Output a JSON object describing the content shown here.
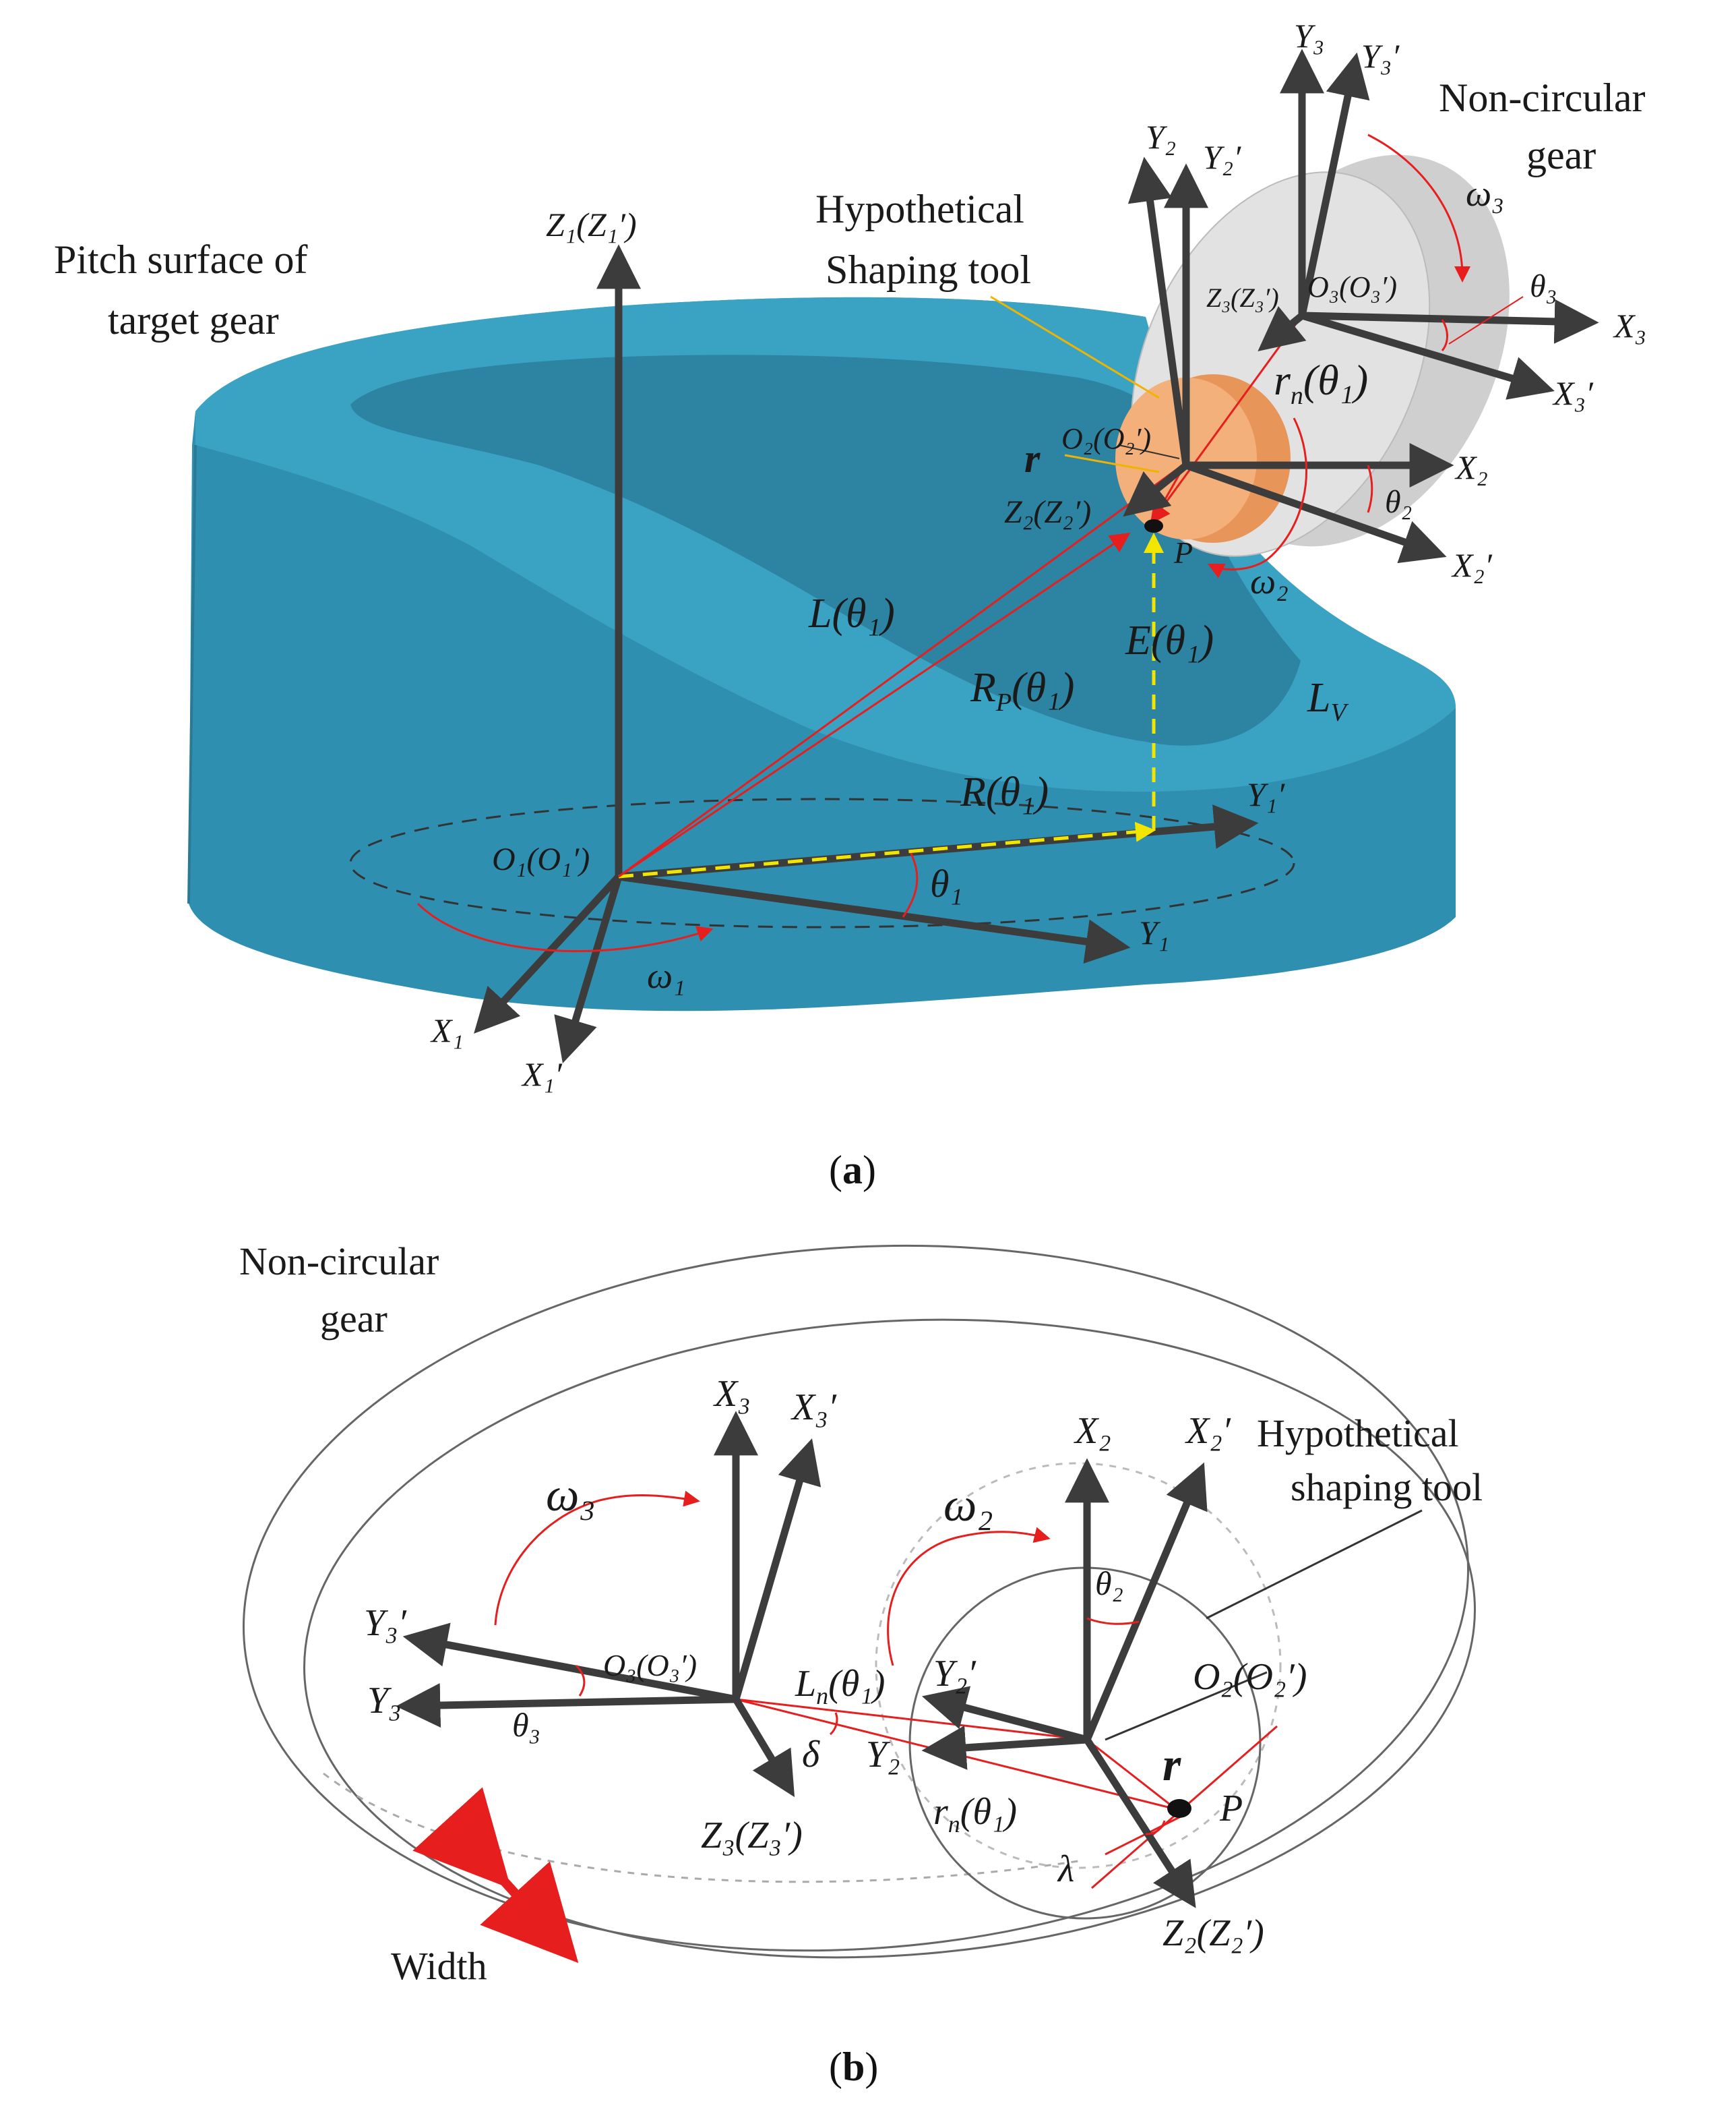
{
  "panel_a": {
    "caption": "a",
    "labels": {
      "pitch_surface": [
        "Pitch surface of",
        "target gear"
      ],
      "shaping_tool": [
        "Hypothetical",
        "Shaping tool"
      ],
      "nc_gear": [
        "Non-circular",
        "gear"
      ],
      "z1": "Z₁(Z₁′)",
      "o1": "O₁(O₁′)",
      "x1": "X₁",
      "x1p": "X₁′",
      "y1": "Y₁",
      "y1p": "Y₁′",
      "omega1": "ω₁",
      "theta1": "θ₁",
      "L": "L(θ₁)",
      "Rp": "R",
      "Rp_sub": "P",
      "Rp_arg": "(θ₁)",
      "R": "R(θ₁)",
      "E": "E(θ₁)",
      "Lv": "L",
      "Lv_sub": "V",
      "P": "P",
      "r": "r",
      "o2": "O₂(O₂′)",
      "z2": "Z₂(Z₂′)",
      "x2": "X₂",
      "x2p": "X₂′",
      "y2": "Y₂",
      "y2p": "Y₂′",
      "theta2": "θ₂",
      "omega2": "ω₂",
      "o3": "O₃(O₃′)",
      "z3": "Z₃(Z₃′)",
      "x3": "X₃",
      "x3p": "X₃′",
      "y3": "Y₃",
      "y3p": "Y₃′",
      "theta3": "θ₃",
      "omega3": "ω₃",
      "rn": "r",
      "rn_sub": "n",
      "rn_arg": "(θ₁)"
    }
  },
  "panel_b": {
    "caption": "b",
    "labels": {
      "nc_gear": [
        "Non-circular",
        "gear"
      ],
      "shaping_tool": [
        "Hypothetical",
        "shaping tool"
      ],
      "x3": "X₃",
      "x3p": "X₃′",
      "y3": "Y₃",
      "y3p": "Y₃′",
      "o3": "O₃(O₃′)",
      "z3": "Z₃(Z₃′)",
      "theta3": "θ₃",
      "omega3": "ω₃",
      "x2": "X₂",
      "x2p": "X₂′",
      "y2": "Y₂",
      "y2p": "Y₂′",
      "o2": "O₂(O₂′)",
      "z2": "Z₂(Z₂′)",
      "theta2": "θ₂",
      "omega2": "ω₂",
      "Ln": "L",
      "Ln_sub": "n",
      "Ln_arg": "(θ₁)",
      "rn": "r",
      "rn_sub": "n",
      "rn_arg": "(θ₁)",
      "delta": "δ",
      "lambda": "λ",
      "r": "r",
      "P": "P",
      "width": "Width"
    }
  },
  "colors": {
    "gear_body": "#2f8fb0",
    "gear_top": "#3aa3c4",
    "gear_inner": "#2a7f9c",
    "tool": "#f0a868",
    "nc_gear": "#d7d7d7",
    "axis": "#3c3c3c",
    "red": "#e61e1e",
    "yellow": "#f2e600"
  }
}
